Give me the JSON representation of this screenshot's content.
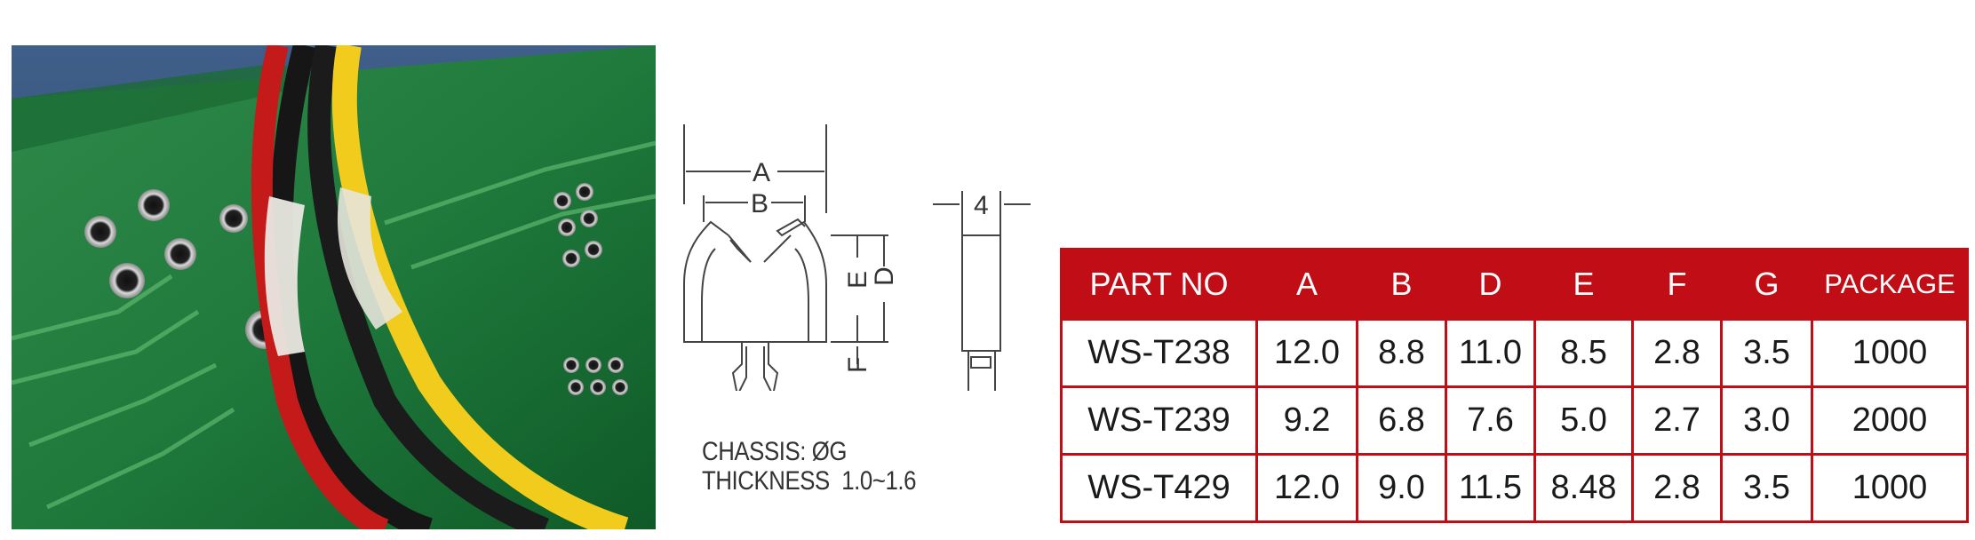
{
  "colors": {
    "table_header": "#c00d16",
    "table_text": "#1a1a1a",
    "drawing_line": "#444444"
  },
  "photo": {
    "icon": "cable-clip-on-pcb-photo"
  },
  "drawing": {
    "labels": {
      "a": "A",
      "b": "B",
      "d": "D",
      "e": "E",
      "f": "F",
      "width": "4"
    },
    "chassis_note": "CHASSIS: ØG",
    "thickness_note": "THICKNESS  1.0~1.6"
  },
  "table": {
    "headers": [
      "PART NO",
      "A",
      "B",
      "D",
      "E",
      "F",
      "G",
      "PACKAGE"
    ],
    "rows": [
      [
        "WS-T238",
        "12.0",
        "8.8",
        "11.0",
        "8.5",
        "2.8",
        "3.5",
        "1000"
      ],
      [
        "WS-T239",
        "9.2",
        "6.8",
        "7.6",
        "5.0",
        "2.7",
        "3.0",
        "2000"
      ],
      [
        "WS-T429",
        "12.0",
        "9.0",
        "11.5",
        "8.48",
        "2.8",
        "3.5",
        "1000"
      ]
    ]
  }
}
